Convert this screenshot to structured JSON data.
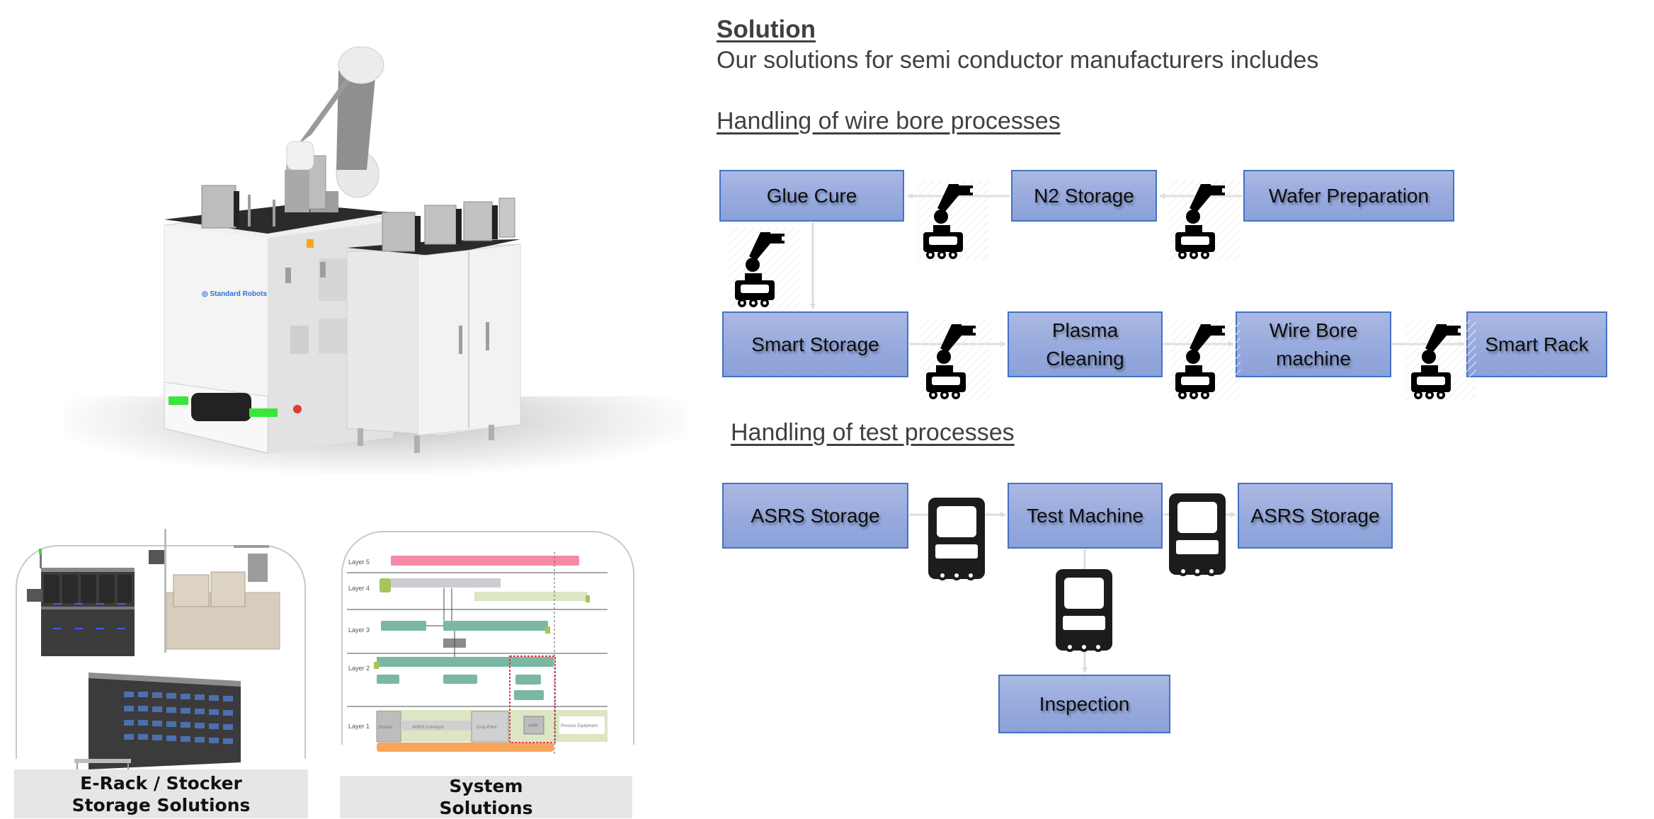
{
  "page": {
    "title": "Solution",
    "intro": "Our solutions for semi conductor manufacturers includes"
  },
  "hero_image": {
    "description": "Autonomous mobile robot with collaborative arm next to wafer cart",
    "brand_label": "Standard Robots"
  },
  "panels": [
    {
      "caption_line1": "E-Rack / Stocker",
      "caption_line2": "Storage Solutions"
    },
    {
      "caption_line1": "System",
      "caption_line2": "Solutions",
      "layers": [
        "Layer 5",
        "Layer 4",
        "Layer 3",
        "Layer 2",
        "Layer 1"
      ],
      "layer1_blocks": [
        "Stocker",
        "AMHS Conveyor",
        "Drop Point",
        "AMR",
        "Process Equipment"
      ]
    }
  ],
  "wire_bore": {
    "heading": "Handling of wire bore processes",
    "row1": [
      "Glue Cure",
      "N2 Storage",
      "Wafer Preparation"
    ],
    "row2": [
      "Smart Storage",
      "Plasma Cleaning",
      "Wire Bore machine",
      "Smart Rack"
    ],
    "row2_lines": [
      [
        "Smart Storage"
      ],
      [
        "Plasma",
        "Cleaning"
      ],
      [
        "Wire Bore",
        "machine"
      ],
      [
        "Smart Rack"
      ]
    ],
    "transport_icon": "mobile-manipulator-robot-icon"
  },
  "test": {
    "heading": "Handling of test processes",
    "boxes": [
      "ASRS Storage",
      "Test Machine",
      "ASRS Storage",
      "Inspection"
    ],
    "transport_icon": "agv-cart-icon"
  },
  "colors": {
    "box_top": "#aab9e2",
    "box_bottom": "#8aa1d8",
    "box_border": "#4472c4",
    "arrow": "#dedede",
    "text": "#404040",
    "caption_bg": "#e6e6e6"
  }
}
